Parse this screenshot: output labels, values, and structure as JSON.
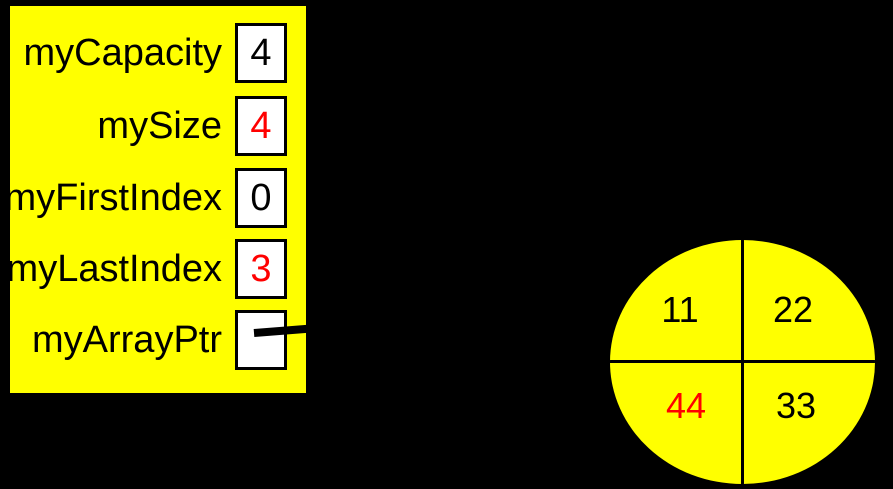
{
  "record": {
    "fields": [
      {
        "label": "myCapacity",
        "value": "4",
        "color": "#000000"
      },
      {
        "label": "mySize",
        "value": "4",
        "color": "#FF0000"
      },
      {
        "label": "myFirstIndex",
        "value": "0",
        "color": "#000000"
      },
      {
        "label": "myLastIndex",
        "value": "3",
        "color": "#FF0000"
      },
      {
        "label": "myArrayPtr",
        "value": "",
        "color": "#000000"
      }
    ]
  },
  "circle": {
    "quadrants": [
      {
        "position": "top-left",
        "value": "11",
        "color": "#000000"
      },
      {
        "position": "top-right",
        "value": "22",
        "color": "#000000"
      },
      {
        "position": "bottom-right",
        "value": "33",
        "color": "#000000"
      },
      {
        "position": "bottom-left",
        "value": "44",
        "color": "#FF0000"
      }
    ]
  },
  "colors": {
    "background": "#000000",
    "panel_yellow": "#FFFF00",
    "box_white": "#FFFFFF",
    "line_black": "#000000",
    "highlight_red": "#FF0000"
  }
}
